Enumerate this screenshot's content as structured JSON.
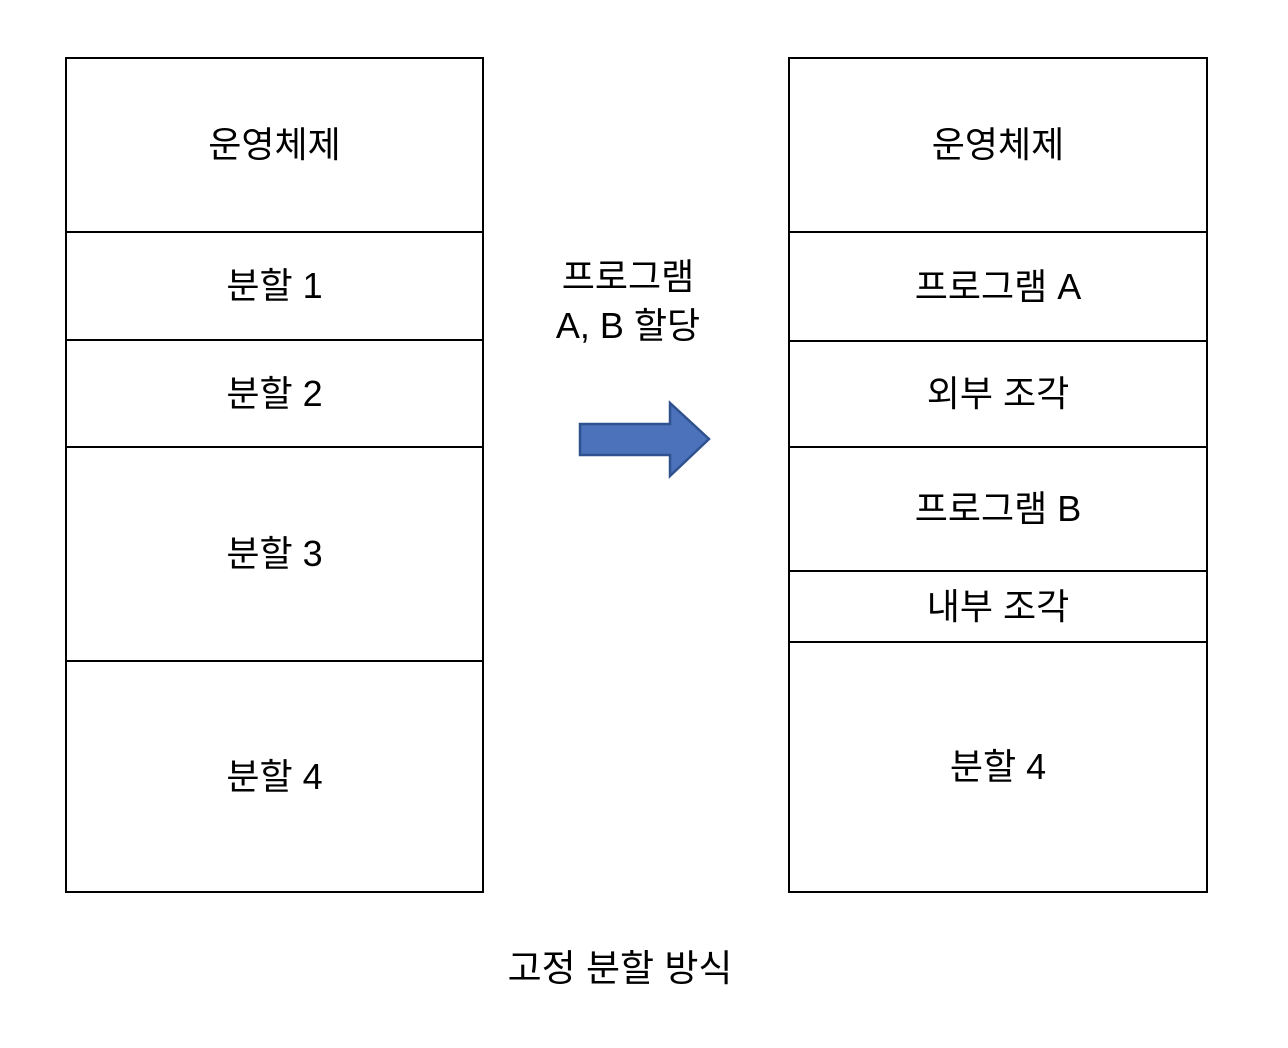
{
  "diagram": {
    "title_caption": "고정 분할 방식",
    "left_memory": {
      "description": "memory layout before allocation",
      "rows": [
        {
          "label": "운영체제"
        },
        {
          "label": "분할 1"
        },
        {
          "label": "분할 2"
        },
        {
          "label": "분할 3"
        },
        {
          "label": "분할 4"
        }
      ]
    },
    "right_memory": {
      "description": "memory layout after allocation",
      "rows": [
        {
          "label": "운영체제"
        },
        {
          "label": "프로그램 A"
        },
        {
          "label": "외부 조각"
        },
        {
          "label": "프로그램 B"
        },
        {
          "label": "내부 조각"
        },
        {
          "label": "분할 4"
        }
      ]
    },
    "middle": {
      "label_line1": "프로그램",
      "label_line2": "A, B 할당",
      "arrow": {
        "direction": "right",
        "fill": "#4C72BC",
        "stroke": "#2F528F"
      }
    },
    "colors": {
      "box_border": "#000000",
      "text": "#000000",
      "background": "#FFFFFF"
    }
  }
}
